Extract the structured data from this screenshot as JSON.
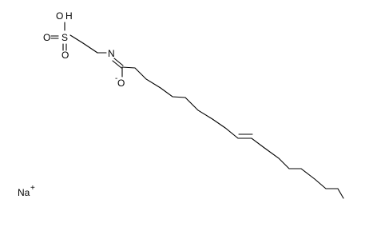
{
  "molecule": {
    "atoms": {
      "hydroxyl_o": "O",
      "hydroxyl_h": "H",
      "sulfonyl_o_left": "O",
      "sulfur": "S",
      "sulfonyl_o_bottom": "O",
      "nitrogen": "N",
      "oxide_o": "O",
      "oxide_charge": "-"
    },
    "counterion": {
      "symbol": "Na",
      "charge": "+"
    }
  }
}
